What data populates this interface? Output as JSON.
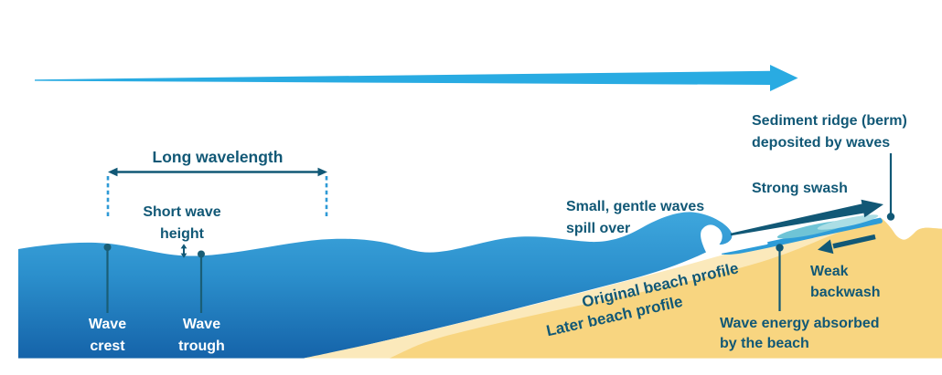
{
  "colors": {
    "text_dark_teal": "#115876",
    "label_white": "#ffffff",
    "wave_direction_arrow_blue": "#29ABE2",
    "sea_gradient_top": "#3FA8DE",
    "sea_gradient_bottom": "#1563A9",
    "swash_blue": "#2D9CD8",
    "swash_highlight_teal": "#6FC4D6",
    "swash_highlight_light": "#ABDEE5",
    "sand": "#F8D580",
    "deposited_sand_light": "#FBE9BB",
    "dashed_guide_blue": "#2E9AD6"
  },
  "annotations": {
    "long_wavelength": {
      "label": "Long wavelength"
    },
    "short_wave_height": {
      "line1": "Short wave",
      "line2": "height"
    },
    "wave_crest": {
      "line1": "Wave",
      "line2": "crest"
    },
    "wave_trough": {
      "line1": "Wave",
      "line2": "trough"
    },
    "spilling_waves": {
      "line1": "Small, gentle waves",
      "line2": "spill over"
    },
    "sediment_ridge": {
      "line1": "Sediment ridge (berm)",
      "line2": "deposited by waves"
    },
    "strong_swash": {
      "label": "Strong swash"
    },
    "weak_backwash": {
      "line1": "Weak",
      "line2": "backwash"
    },
    "original_profile": {
      "label": "Original beach profile"
    },
    "later_profile": {
      "label": "Later beach profile"
    },
    "wave_energy": {
      "line1": "Wave energy absorbed",
      "line2": "by the beach"
    }
  },
  "icons": {
    "wave_direction": "tapered-right-arrow",
    "wavelength_extent": "double-headed-horizontal-arrow",
    "wave_height_extent": "double-headed-vertical-arrow",
    "strong_swash": "tapered-upslope-arrow",
    "weak_backwash": "downslope-arrow",
    "pointers": "dot-and-line-pointer"
  }
}
